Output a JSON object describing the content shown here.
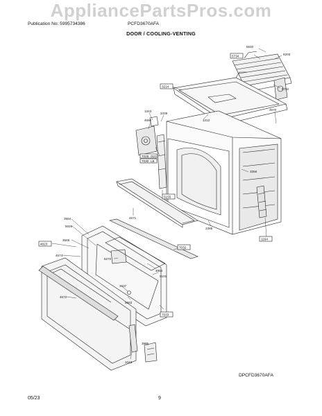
{
  "header": {
    "publication": "Publication No: 5995734386",
    "model": "PCFD3670AFA",
    "section_title": "DOOR / COOLING-VENTING"
  },
  "watermark": "AppliancePartsPros.com",
  "footer": {
    "date": "05/23",
    "page": "9",
    "drawing_code": "DPCFD3670AFA"
  },
  "part_labels": {
    "p5640": "5640",
    "p5734": "5734",
    "p6203": "6203",
    "p5752": "5752",
    "p3214": "3214",
    "p4570": "4570",
    "p1343": "1343",
    "p3439": "3439",
    "p1212": "1212",
    "p4660": "4660",
    "p7028": "7028",
    "p7030": "7030",
    "p7028s": "010",
    "p7030s": "LB",
    "p3356": "3356",
    "p5155": "5155",
    "p4671": "4671",
    "p2385": "2385",
    "p1164": "1164",
    "p3564": "3564",
    "p5026": "5026",
    "p7032": "7032",
    "p4823": "4823",
    "p3565": "3565",
    "p4574": "4574",
    "p5270": "5270",
    "p4854": "4854",
    "p5101": "5101",
    "p4672": "4672",
    "p3637": "3637",
    "p5663": "5663",
    "p7033": "7033",
    "p3965": "3965",
    "p1043": "1043"
  }
}
